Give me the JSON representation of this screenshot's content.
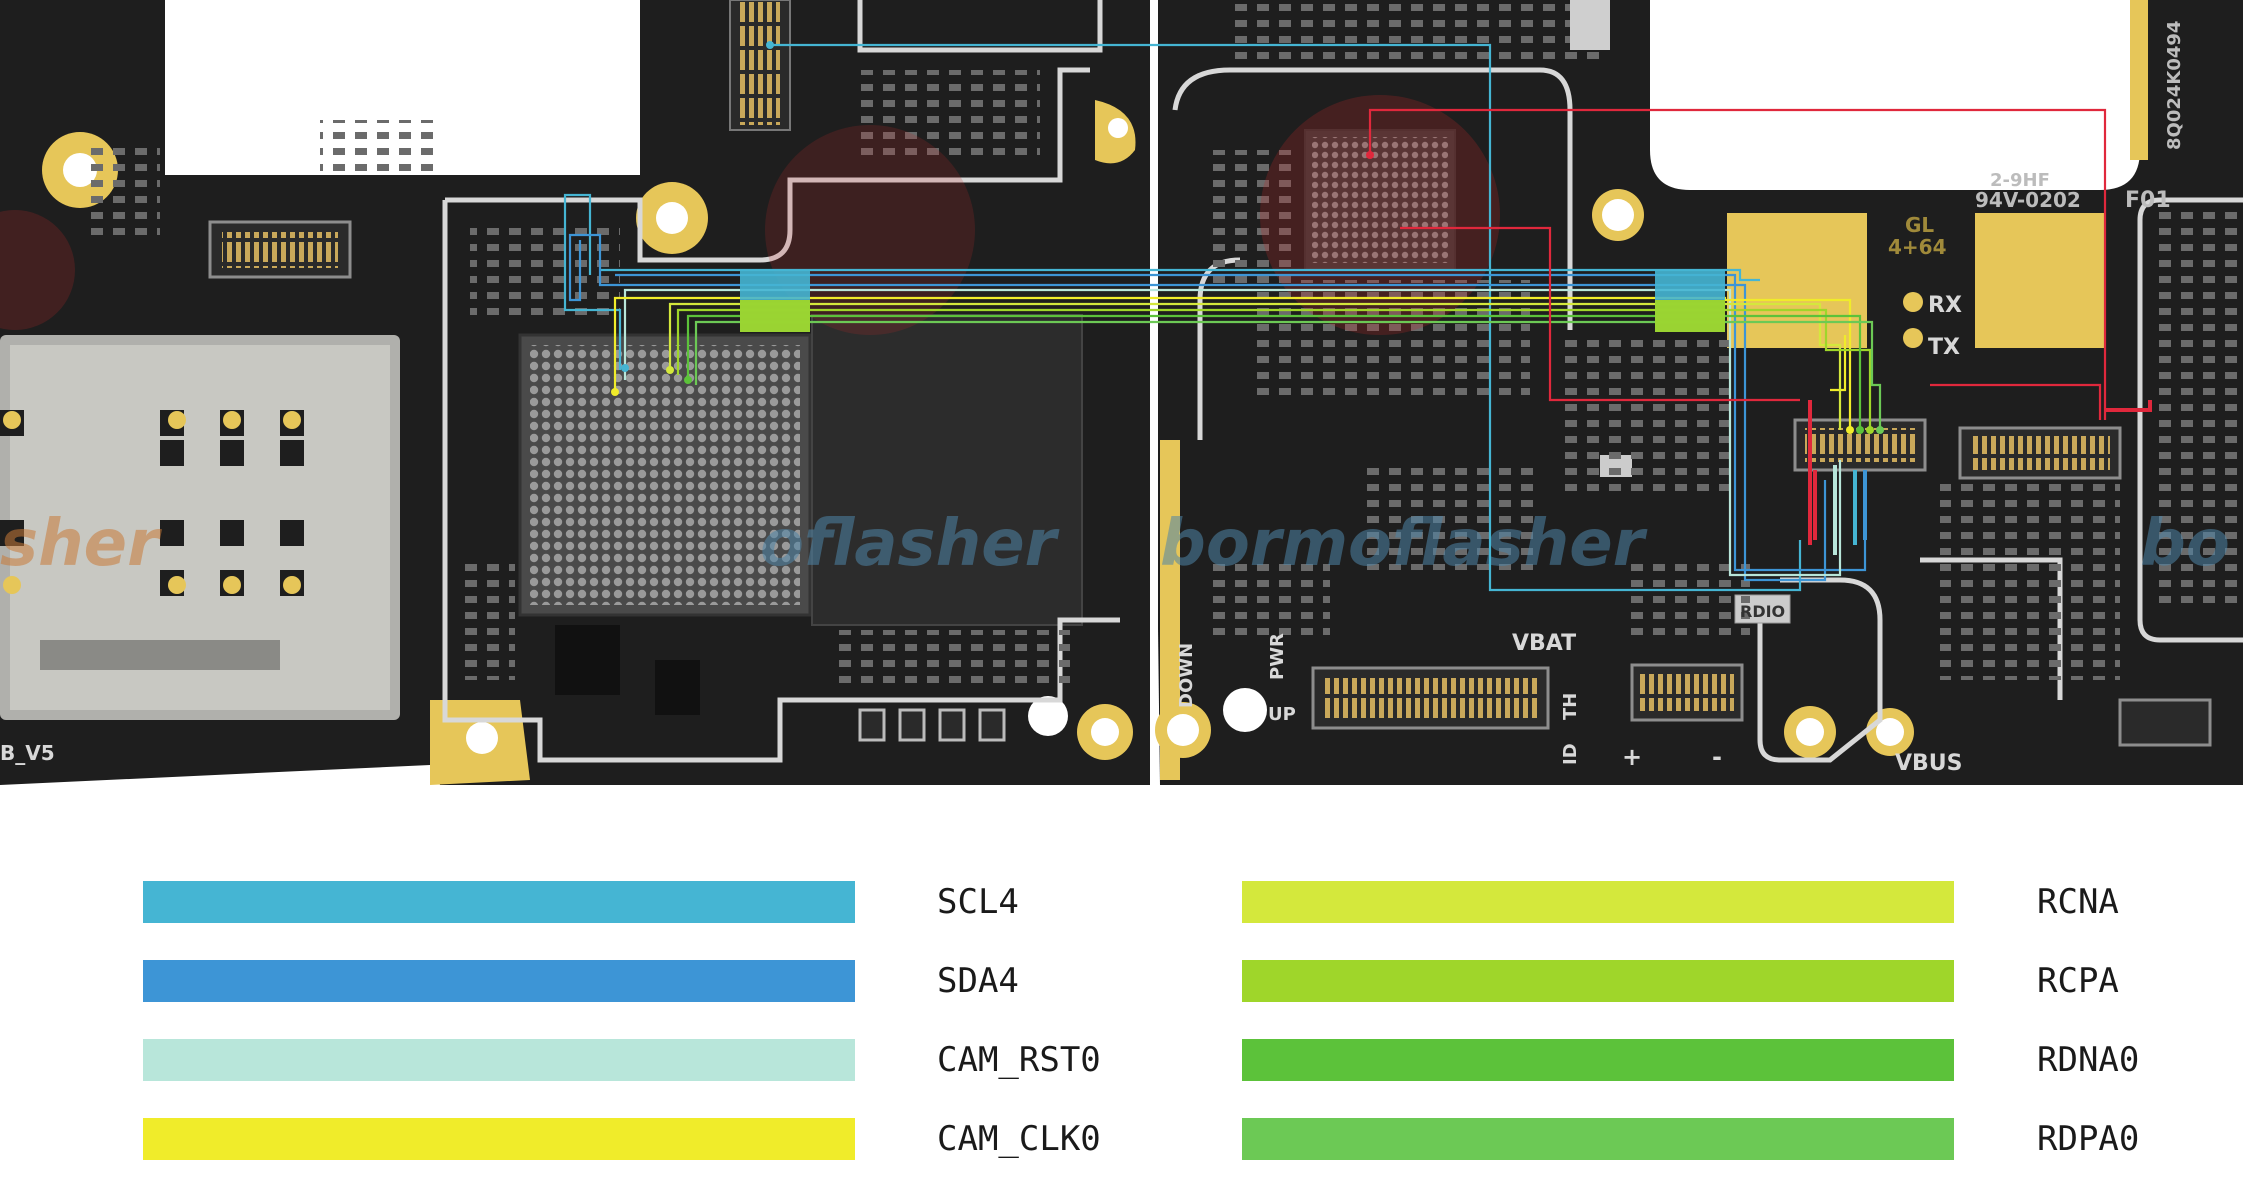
{
  "legend": {
    "left_column": [
      {
        "label": "SCL4",
        "color": "#45b5d3"
      },
      {
        "label": "SDA4",
        "color": "#3d95d6"
      },
      {
        "label": "CAM_RST0",
        "color": "#b8e6da"
      },
      {
        "label": "CAM_CLK0",
        "color": "#f0ec2a"
      }
    ],
    "right_column": [
      {
        "label": "RCNA",
        "color": "#d4e83c"
      },
      {
        "label": "RCPA",
        "color": "#9fd62a"
      },
      {
        "label": "RDNA0",
        "color": "#5cc23a"
      },
      {
        "label": "RDPA0",
        "color": "#6cc955"
      }
    ]
  },
  "board": {
    "pcb_color": "#1e1e1e",
    "silkscreen_color": "#d8d8d8",
    "pad_color": "#e6c659",
    "trace_red": "#e0283c",
    "labels": {
      "rx": "RX",
      "tx": "TX",
      "vbat": "VBAT",
      "vbus": "VBUS",
      "down": "DOWN",
      "pwr": "PWR",
      "up": "UP",
      "id": "ID",
      "th": "TH",
      "plus": "+",
      "minus": "-",
      "rdio": "RDIO",
      "gl": "GL",
      "gl_sub": "4+64",
      "marking_1": "2-9HF",
      "marking_2": "94V-0202",
      "marking_3": "F01",
      "side_code": "8Q024K0494",
      "left_edge": "B_V5"
    },
    "watermark_left": "sher",
    "watermark_mid": "oflasher",
    "watermark_right": "bormoflasher",
    "watermark_edge": "bo"
  }
}
